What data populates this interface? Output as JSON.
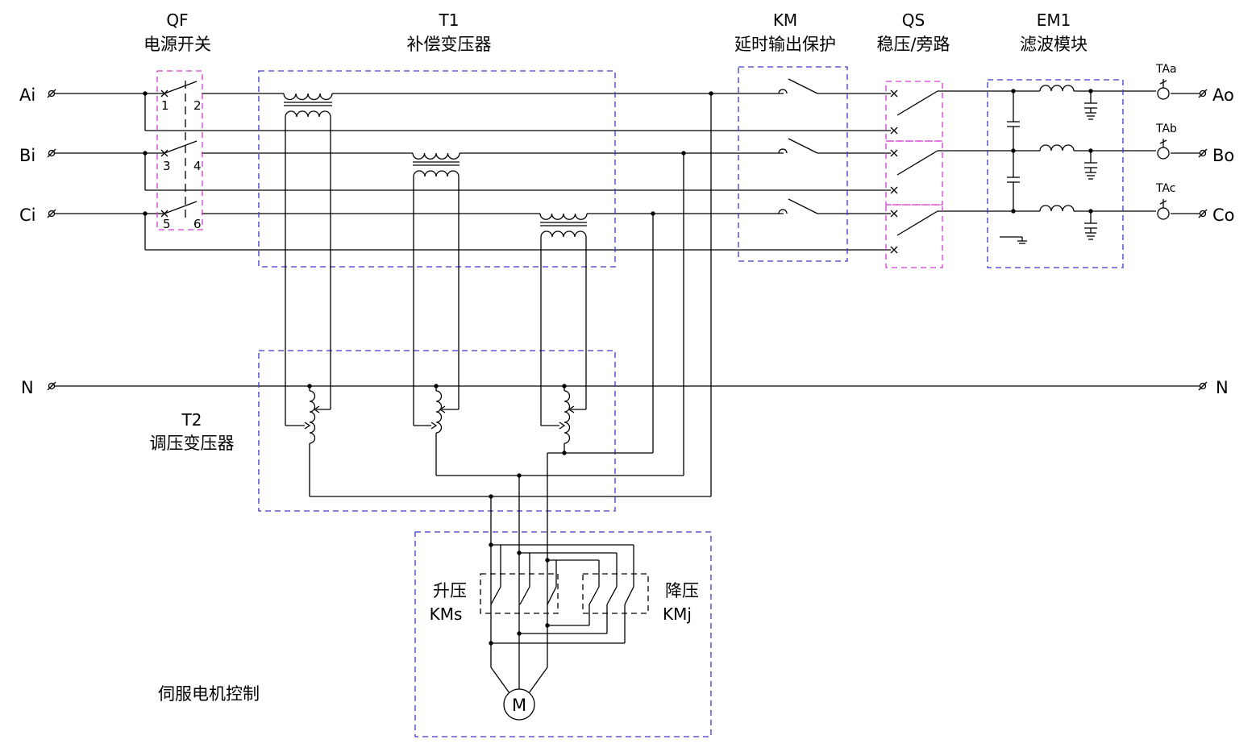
{
  "terminals": {
    "ai": "Ai",
    "bi": "Bi",
    "ci": "Ci",
    "n_in": "N",
    "ao": "Ao",
    "bo": "Bo",
    "co": "Co",
    "n_out": "N"
  },
  "qf": {
    "code": "QF",
    "name": "电源开关",
    "pins": [
      "1",
      "2",
      "3",
      "4",
      "5",
      "6"
    ]
  },
  "t1": {
    "code": "T1",
    "name": "补偿变压器"
  },
  "km": {
    "code": "KM",
    "name": "延时输出保护"
  },
  "qs": {
    "code": "QS",
    "name": "稳压/旁路"
  },
  "em1": {
    "code": "EM1",
    "name": "滤波模块"
  },
  "t2": {
    "code": "T2",
    "name": "调压变压器"
  },
  "current_transformers": [
    "TAa",
    "TAb",
    "TAc"
  ],
  "kms": {
    "name": "升压",
    "code": "KMs"
  },
  "kmj": {
    "name": "降压",
    "code": "KMj"
  },
  "motor": {
    "symbol": "M",
    "label": "伺服电机控制"
  },
  "colors": {
    "wire": "#000000",
    "box_blue": "#3a3acc",
    "box_pink": "#d23cd2"
  }
}
